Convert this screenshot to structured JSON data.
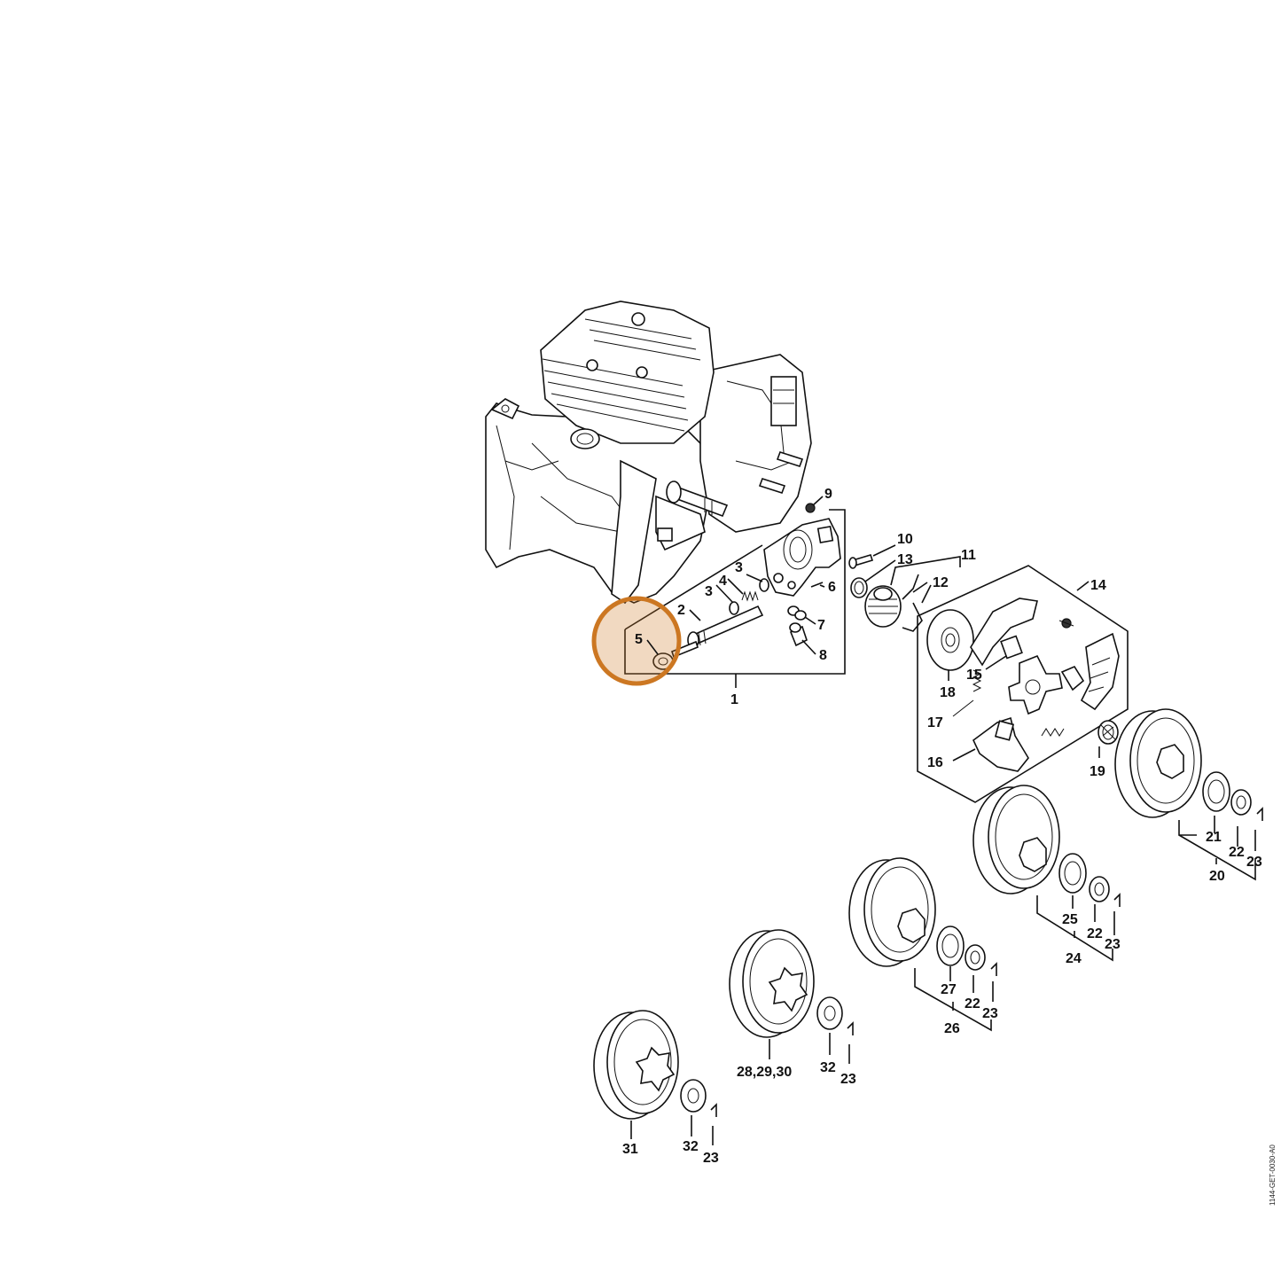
{
  "diagram": {
    "part_labels": {
      "p1": "1",
      "p2": "2",
      "p3a": "3",
      "p3b": "3",
      "p4": "4",
      "p5": "5",
      "p6": "6",
      "p7": "7",
      "p8": "8",
      "p9": "9",
      "p10": "10",
      "p11": "11",
      "p12": "12",
      "p13": "13",
      "p14": "14",
      "p15": "15",
      "p16": "16",
      "p17": "17",
      "p18": "18",
      "p19": "19",
      "p20": "20",
      "p21": "21",
      "p22a": "22",
      "p23a": "23",
      "p24": "24",
      "p25": "25",
      "p22b": "22",
      "p23b": "23",
      "p26": "26",
      "p27": "27",
      "p22c": "22",
      "p23c": "23",
      "p28": "28,29,30",
      "p32a": "32",
      "p23d": "23",
      "p31": "31",
      "p32b": "32",
      "p23e": "23"
    },
    "drawing_reference": "1144-GET-0030-A0",
    "highlight_color": "#cc7722"
  }
}
